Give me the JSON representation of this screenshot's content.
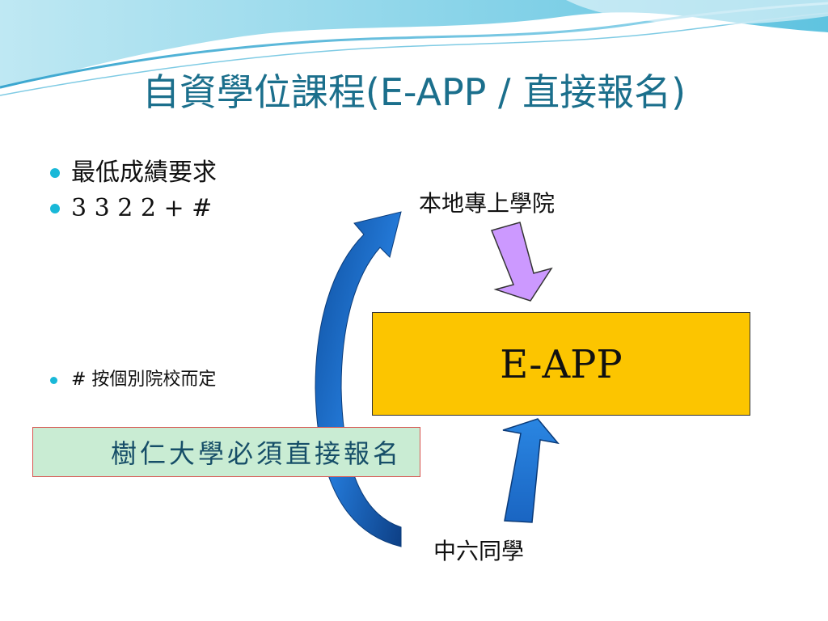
{
  "slide": {
    "title": "自資學位課程(E-APP / 直接報名)",
    "bullets_top": [
      "最低成績要求",
      "3 3 2 2 + #"
    ],
    "bullet_note": "# 按個別院校而定",
    "green_box_label": "樹仁大學必須直接報名",
    "eapp_box_label": "E-APP",
    "top_label": "本地專上學院",
    "bottom_label": "中六同學"
  },
  "colors": {
    "title": "#1b6f8c",
    "bullet_dot": "#19b8d8",
    "eapp_box": "#fcc500",
    "green_box": "#c9ecd3",
    "green_box_border": "#d9534f",
    "purple_arrow": "#cc99ff",
    "blue_arrow": "#1a6fd0"
  }
}
